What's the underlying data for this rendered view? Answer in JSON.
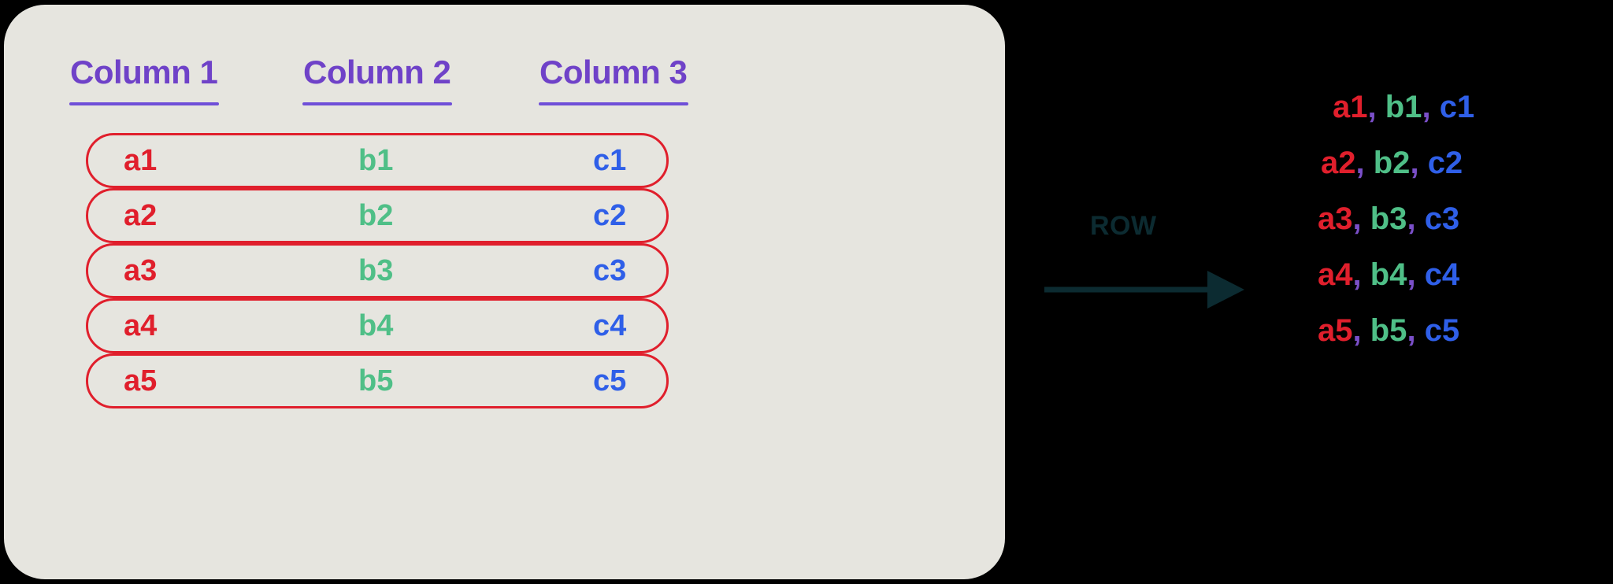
{
  "colors": {
    "background": "#000000",
    "panel": "#e6e5df",
    "header_purple": "#6f42c8",
    "rule_purple": "#6f4fd8",
    "pill_red": "#e01f2c",
    "col_a": "#e01f2c",
    "col_b": "#4fbf87",
    "col_c": "#2f5fe8",
    "separator_purple": "#7a4fc8",
    "arrow_teal": "#0c2b31"
  },
  "table": {
    "headers": [
      "Column 1",
      "Column 2",
      "Column 3"
    ],
    "rows": [
      {
        "a": "a1",
        "b": "b1",
        "c": "c1"
      },
      {
        "a": "a2",
        "b": "b2",
        "c": "c2"
      },
      {
        "a": "a3",
        "b": "b3",
        "c": "c3"
      },
      {
        "a": "a4",
        "b": "b4",
        "c": "c4"
      },
      {
        "a": "a5",
        "b": "b5",
        "c": "c5"
      }
    ]
  },
  "annotation": {
    "arrow_label": "ROW",
    "arrow_direction": "right"
  },
  "output": {
    "separator": ",",
    "rows": [
      {
        "a": "a1",
        "b": "b1",
        "c": "c1"
      },
      {
        "a": "a2",
        "b": "b2",
        "c": "c2"
      },
      {
        "a": "a3",
        "b": "b3",
        "c": "c3"
      },
      {
        "a": "a4",
        "b": "b4",
        "c": "c4"
      },
      {
        "a": "a5",
        "b": "b5",
        "c": "c5"
      }
    ]
  }
}
